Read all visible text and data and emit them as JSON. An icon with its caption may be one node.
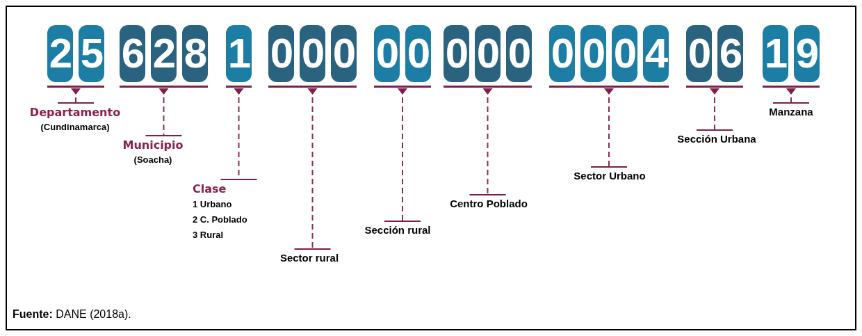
{
  "diagram": {
    "caption": "**Fuente:** DANE (2018a).",
    "nodes": [
      {
        "text": [],
        "shape": "bar"
      },
      {
        "text": [
          "2"
        ],
        "in": 0
      },
      {
        "text": [
          "5"
        ],
        "in": 0
      },
      {
        "text": [],
        "shape": "bar"
      },
      {
        "text": [
          "6"
        ],
        "in": 3
      },
      {
        "text": [
          "2"
        ],
        "in": 3
      },
      {
        "text": [
          "8"
        ],
        "in": 3
      },
      {
        "text": [],
        "shape": "bar"
      },
      {
        "text": [
          "1"
        ],
        "in": 7
      },
      {
        "text": [],
        "shape": "bar"
      },
      {
        "text": [
          "0"
        ],
        "in": 9
      },
      {
        "text": [
          "0"
        ],
        "in": 9
      },
      {
        "text": [
          "0"
        ],
        "in": 9
      },
      {
        "text": [],
        "shape": "bar"
      },
      {
        "text": [
          "0"
        ],
        "in": 13
      },
      {
        "text": [
          "0"
        ],
        "in": 13
      },
      {
        "text": [],
        "shape": "bar"
      },
      {
        "text": [
          "0"
        ],
        "in": 16
      },
      {
        "text": [
          "0"
        ],
        "in": 16
      },
      {
        "text": [
          "0"
        ],
        "in": 16
      },
      {
        "text": [],
        "shape": "bar"
      },
      {
        "text": [
          "0"
        ],
        "in": 20
      },
      {
        "text": [
          "0"
        ],
        "in": 20
      },
      {
        "text": [
          "0"
        ],
        "in": 20
      },
      {
        "text": [
          "4"
        ],
        "in": 20
      },
      {
        "text": [],
        "shape": "bar"
      },
      {
        "text": [
          "0"
        ],
        "in": 25
      },
      {
        "text": [
          "6"
        ],
        "in": 25
      },
      {
        "text": [],
        "shape": "bar"
      },
      {
        "text": [
          "1"
        ],
        "in": 28
      },
      {
        "text": [
          "9"
        ],
        "in": 28
      },
      {
        "text": [
          "Departamento",
          "(Cundinamarca)"
        ]
      },
      {
        "text": [
          "Municipio",
          "(Soacha)"
        ]
      },
      {
        "text": [
          "Clase",
          "1 Urbano",
          "2 C. Poblado",
          "3 Rural"
        ]
      },
      {
        "text": [
          "Sector rural"
        ]
      },
      {
        "text": [
          "Sección rural"
        ]
      },
      {
        "text": [
          "Centro Poblado"
        ]
      },
      {
        "text": [
          "Sector Urbano"
        ]
      },
      {
        "text": [
          "Sección Urbana"
        ]
      },
      {
        "text": [
          "Manzana"
        ]
      }
    ],
    "edges": [
      {
        "from": 0,
        "to": 31,
        "arrow": "other",
        "style": "dashed"
      },
      {
        "from": 3,
        "to": 32,
        "arrow": "other",
        "style": "dashed"
      },
      {
        "from": 7,
        "to": 33,
        "arrow": "other",
        "style": "dashed"
      },
      {
        "from": 9,
        "to": 34,
        "arrow": "other",
        "style": "dashed"
      },
      {
        "from": 13,
        "to": 35,
        "arrow": "other",
        "style": "dashed"
      },
      {
        "from": 16,
        "to": 36,
        "arrow": "other",
        "style": "dashed"
      },
      {
        "from": 20,
        "to": 37,
        "arrow": "other",
        "style": "dashed"
      },
      {
        "from": 25,
        "to": 38,
        "arrow": "other",
        "style": "dashed"
      },
      {
        "from": 28,
        "to": 39,
        "arrow": "other",
        "style": "dashed"
      }
    ]
  }
}
